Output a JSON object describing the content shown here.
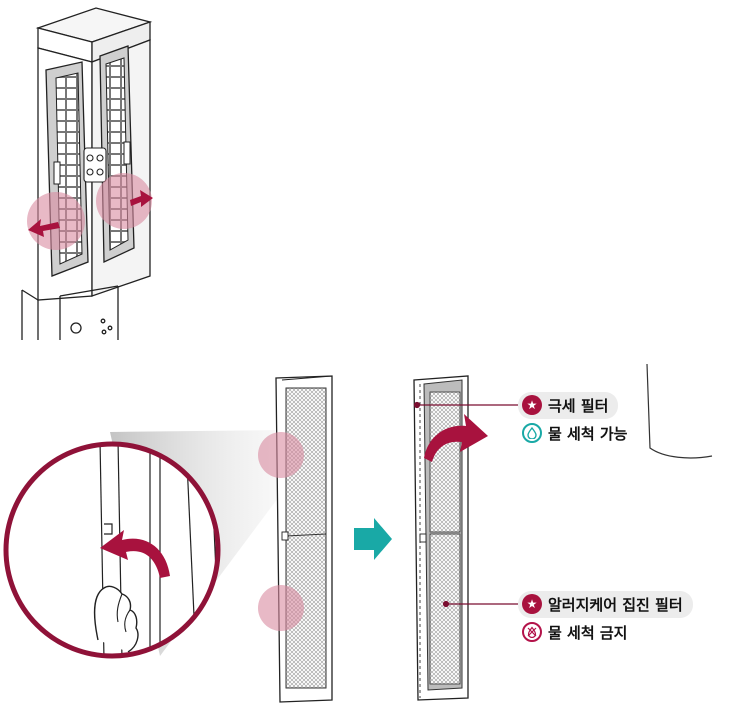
{
  "labels": {
    "fine_filter": "극세 필터",
    "fine_filter_wash": "물 세척 가능",
    "allergy_filter": "알러지케어 집진 필터",
    "allergy_filter_wash": "물 세척 금지"
  },
  "icons": {
    "fine_filter": "star-badge-icon",
    "fine_filter_wash": "water-drop-icon",
    "allergy_filter": "star-badge-icon",
    "allergy_filter_wash": "no-water-icon"
  },
  "colors": {
    "accent": "#a8123e",
    "highlight": "#d98aa0",
    "step_arrow": "#19a9a6",
    "wash_ok": "#19a9a6",
    "wash_no": "#b3134a"
  }
}
